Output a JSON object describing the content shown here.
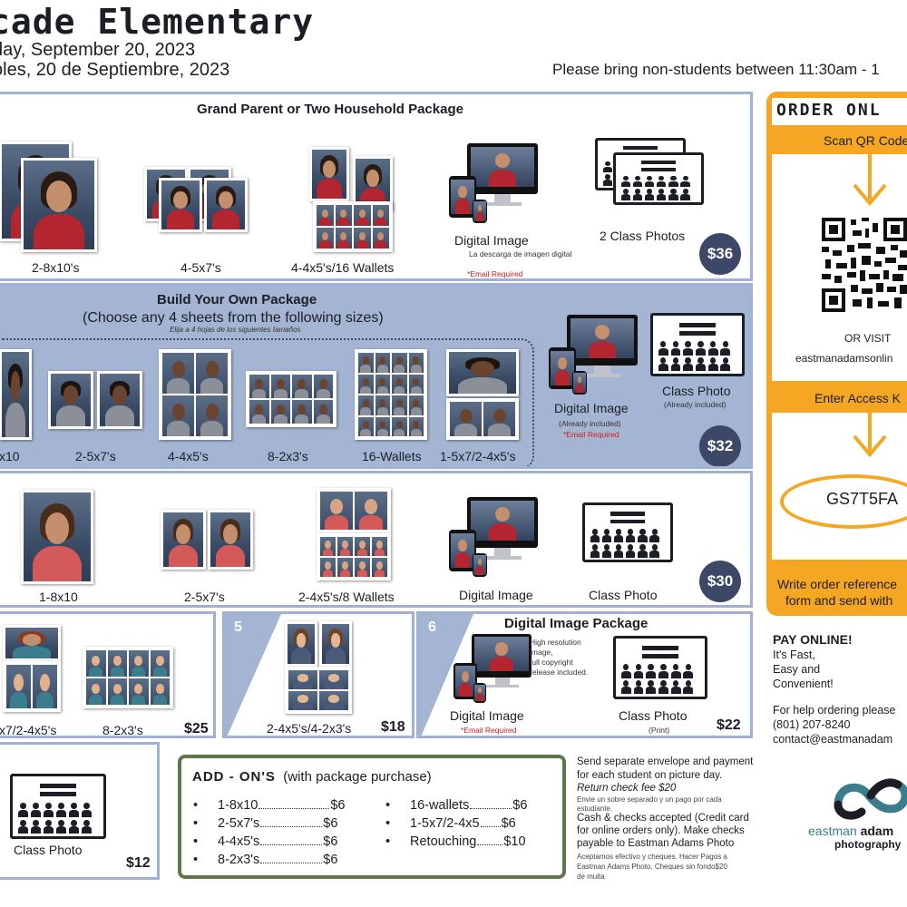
{
  "header": {
    "school_title": "cade Elementary",
    "date_en": "day, September 20, 2023",
    "date_es": "oles, 20 de Septiembre,  2023",
    "nonstudent_note": "Please bring non-students between 11:30am - 1"
  },
  "package1": {
    "title": "Grand Parent or Two Household Package",
    "captions": [
      "2-8x10's",
      "4-5x7's",
      "4-4x5's/16 Wallets",
      "Digital Image",
      "2 Class Photos"
    ],
    "digital_note_es": "La descarga de imagen digital",
    "digital_note_es_2": "imagen digital",
    "email_required": "*Email Required",
    "price": "$36"
  },
  "package2": {
    "title": "Build Your Own Package",
    "subtitle": "(Choose any 4 sheets from the following sizes)",
    "subtitle_es": "Elija a 4 hojas de los siguientes tamaños",
    "captions": [
      "x10",
      "2-5x7's",
      "4-4x5's",
      "8-2x3's",
      "16-Wallets",
      "1-5x7/2-4x5's"
    ],
    "digital_label": "Digital Image",
    "digital_included": "(Already included)",
    "email_required": "*Email Required",
    "class_label": "Class Photo",
    "class_included": "(Already included)",
    "price": "$32"
  },
  "package3": {
    "captions": [
      "1-8x10",
      "2-5x7's",
      "2-4x5's/8 Wallets",
      "Digital Image",
      "Class Photo"
    ],
    "price": "$30"
  },
  "package4": {
    "captions": [
      "x7/2-4x5's",
      "8-2x3's"
    ],
    "price": "$25"
  },
  "package5": {
    "number": "5",
    "caption": "2-4x5's/4-2x3's",
    "price": "$18"
  },
  "package6": {
    "number": "6",
    "title": "Digital Image Package",
    "note_1": "High resolution",
    "note_2": "image,",
    "note_3": "full copyright",
    "note_4": "release included.",
    "digital_label": "Digital Image",
    "email_required": "*Email Required",
    "class_label": "Class Photo",
    "class_note": "(Print)",
    "price": "$22"
  },
  "package7": {
    "caption": "Class Photo",
    "price": "$12"
  },
  "addons": {
    "title_bold": "ADD - ON'S",
    "title_rest": "(with package purchase)",
    "left": [
      {
        "name": "1-8x10",
        "price": "$6"
      },
      {
        "name": "2-5x7's",
        "price": "$6"
      },
      {
        "name": "4-4x5's",
        "price": "$6"
      },
      {
        "name": "8-2x3's",
        "price": "$6"
      }
    ],
    "right": [
      {
        "name": "16-wallets",
        "price": "$6"
      },
      {
        "name": "1-5x7/2-4x5",
        "price": "$6"
      },
      {
        "name": "Retouching",
        "price": "$10"
      }
    ]
  },
  "payment": {
    "line1": "Send separate envelope and payment",
    "line2": "for each student on picture day.",
    "line3": "Return check fee $20",
    "es1": "Envie un sobre separado y un pago por cada",
    "es2": "estudiante.",
    "line4": "Cash & checks accepted (Credit card",
    "line5": "for online orders only). Make checks",
    "line6": "payable to Eastman Adams Photo",
    "es3": "Aceptamos efectivo y cheques. Hacer Pagos a",
    "es4": "Eastman Adams Photo. Cheques sin fondo$20",
    "es5": "de multa"
  },
  "order_online": {
    "title": "ORDER  ONL",
    "scan_label": "Scan QR Code",
    "or_visit": "OR VISIT",
    "url": "eastmanadamsonlin",
    "access_label": "Enter Access K",
    "access_code": "GS7T5FA",
    "write_note_1": "Write order reference",
    "write_note_2": "form and send with"
  },
  "pay_online": {
    "title": "PAY ONLINE!",
    "line1": "It's Fast,",
    "line2": "Easy and",
    "line3": "Convenient!",
    "help": "For help ordering please",
    "phone": "(801) 207-8240",
    "email": "contact@eastmanadam"
  },
  "logo": {
    "name_part1": "eastman",
    "name_part2": " adam",
    "sub": "photography"
  },
  "colors": {
    "panel_blue": "#a4b5d3",
    "price_badge": "#3d4767",
    "order_orange": "#f5a623",
    "addon_border": "#5e7748",
    "email_red": "#d21c1c"
  }
}
